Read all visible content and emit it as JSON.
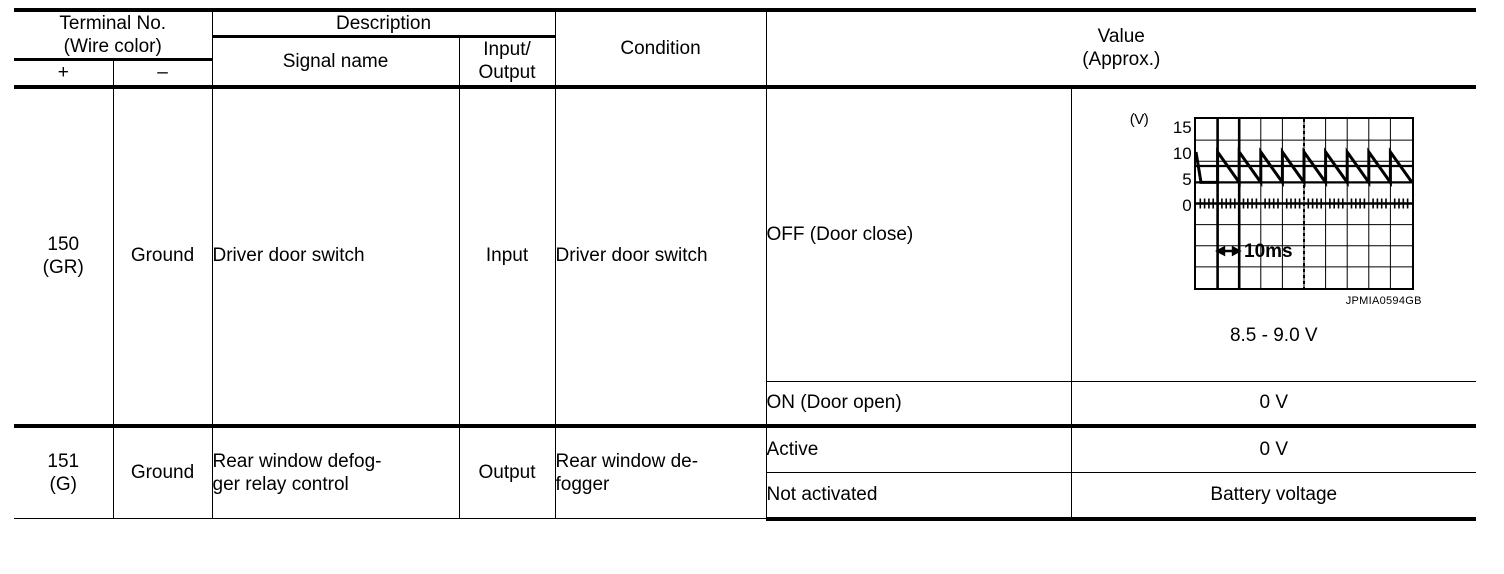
{
  "table": {
    "headers": {
      "terminal_no": "Terminal No.",
      "wire_color": "(Wire color)",
      "plus": "+",
      "minus": "–",
      "description": "Description",
      "signal_name": "Signal name",
      "input_output_line1": "Input/",
      "input_output_line2": "Output",
      "condition": "Condition",
      "value_line1": "Value",
      "value_line2": "(Approx.)"
    },
    "rows": [
      {
        "terminal_number": "150",
        "terminal_wire_color": "(GR)",
        "ground": "Ground",
        "signal_name": "Driver door switch",
        "input_output": "Input",
        "description": "Driver door switch",
        "conditions": [
          {
            "condition": "OFF (Door close)",
            "value_text": "8.5 - 9.0 V",
            "has_waveform": true,
            "figure_code": "JPMIA0594GB"
          },
          {
            "condition": "ON (Door open)",
            "value_text": "0 V",
            "has_waveform": false
          }
        ]
      },
      {
        "terminal_number": "151",
        "terminal_wire_color": "(G)",
        "ground": "Ground",
        "signal_name": "Rear window defog-\nger relay control",
        "input_output": "Output",
        "description": "Rear window de-\nfogger",
        "conditions": [
          {
            "condition": "Active",
            "value_text": "0 V",
            "has_waveform": false
          },
          {
            "condition": "Not activated",
            "value_text": "Battery voltage",
            "has_waveform": false
          }
        ]
      }
    ]
  },
  "waveform": {
    "unit_label": "(V)",
    "y_ticks": [
      "15",
      "10",
      "5",
      "0"
    ],
    "time_label": "10ms",
    "grid_columns": 10,
    "grid_rows": 8,
    "figure_code": "JPMIA0594GB"
  },
  "chart_data": {
    "type": "line",
    "title": "",
    "xlabel": "10ms",
    "ylabel": "(V)",
    "ylim": [
      -5,
      20
    ],
    "y_ticks": [
      0,
      5,
      10,
      15
    ],
    "grid": true,
    "waveform_shape": "sawtooth",
    "peak_voltage": 12,
    "trough_voltage": 5,
    "period_ms": 10,
    "cycles_visible": 9,
    "series": [
      {
        "name": "Driver door switch signal",
        "description": "Sawtooth pulse train, rises sharply to ~12 V then ramps down linearly to ~5 V each 10 ms period"
      }
    ],
    "annotations": [
      "8.5 - 9.0 V",
      "JPMIA0594GB"
    ]
  }
}
